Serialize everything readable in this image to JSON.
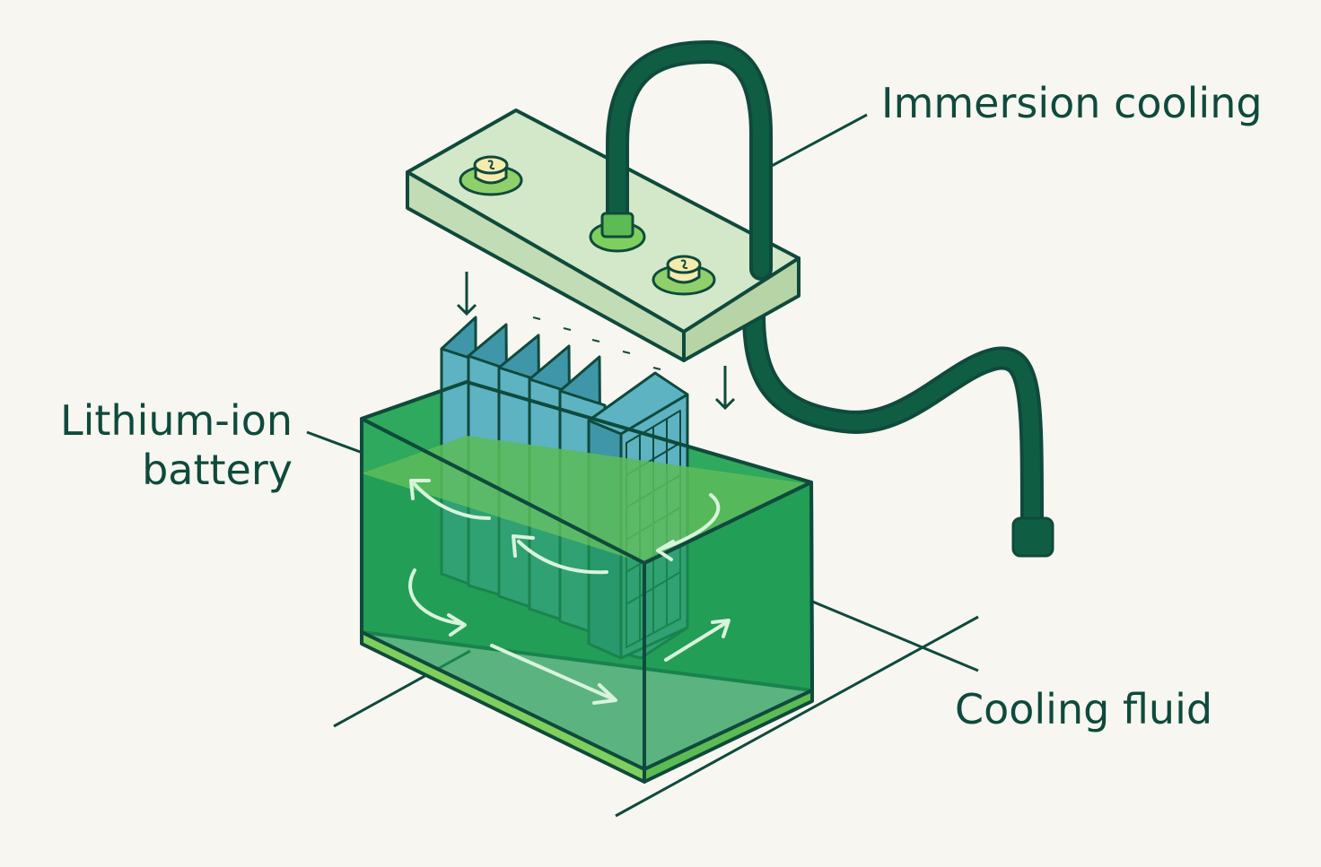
{
  "labels": {
    "immersion_cooling": "Immersion cooling",
    "battery_line1": "Lithium-ion",
    "battery_line2": "battery",
    "cooling_fluid": "Cooling fluid"
  },
  "colors": {
    "background": "#f7f6f0",
    "outline": "#0f4a3c",
    "fluid": "#1f9a55",
    "fluid_light": "#7fcf5e",
    "lid": "#d3e8c8",
    "lid_side": "#c2dcb5",
    "cell_front": "#5db3c2",
    "cell_side": "#3f96a9",
    "terminal": "#f4ecae",
    "terminal_ring": "#8fd06b",
    "hose": "#0f5e44",
    "arrow_flow": "#d9f3dc"
  },
  "icons": [
    "battery-terminal-icon",
    "flow-arrow-icon",
    "hose-icon"
  ]
}
